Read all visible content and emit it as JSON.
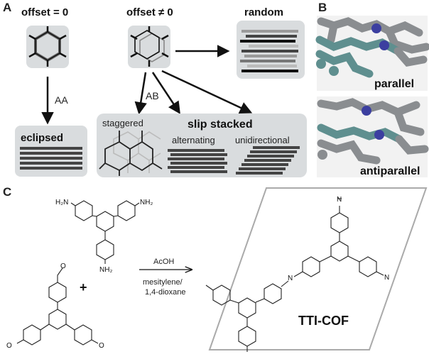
{
  "panels": {
    "a": "A",
    "b": "B",
    "c": "C"
  },
  "panel_a": {
    "offset_zero": "offset = 0",
    "offset_nonzero": "offset ≠ 0",
    "random": "random",
    "aa": "AA",
    "ab": "AB",
    "eclipsed": "eclipsed",
    "staggered": "staggered",
    "slip_stacked": "slip stacked",
    "alternating": "alternating",
    "unidirectional": "unidirectional"
  },
  "panel_b": {
    "parallel": "parallel",
    "antiparallel": "antiparallel"
  },
  "panel_c": {
    "nh2_top_left": "H₂N",
    "nh2_top_right": "NH₂",
    "nh2_bottom": "NH₂",
    "plus": "+",
    "reagent": "AcOH",
    "solvent_line1": "mesitylene/",
    "solvent_line2": "1,4-dioxane",
    "cof_name": "TTI-COF",
    "n_atom": "N",
    "o_atom": "O"
  },
  "colors": {
    "box_fill": "#d9dcde",
    "bar_dark": "#444444",
    "bar_light": "#9a9a9a",
    "carbon_atom": "#8a8d90",
    "nitrogen_atom": "#3c3fa0",
    "hydrogen_tint": "#5f8f8f"
  }
}
